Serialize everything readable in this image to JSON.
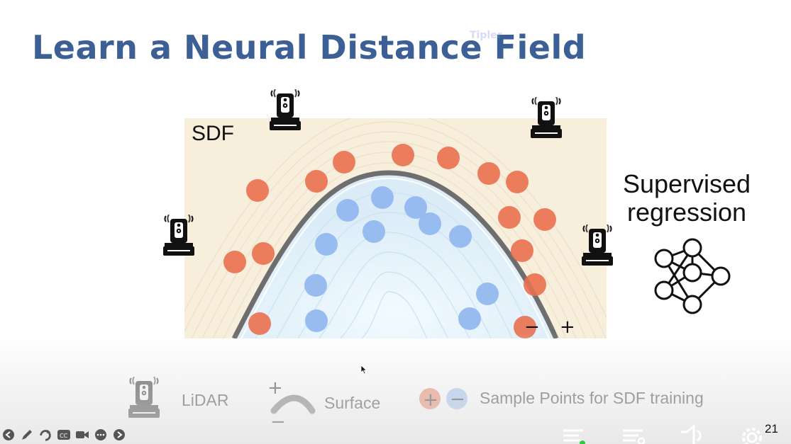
{
  "slide": {
    "title": "Learn a Neural Distance Field",
    "watermark": "Tipler",
    "number": "21"
  },
  "diagram": {
    "sdf_label": "SDF",
    "regression_label_line1": "Supervised",
    "regression_label_line2": "regression",
    "plus_sign": "+",
    "minus_sign": "−",
    "colors": {
      "outside_point": "#e9704f",
      "inside_point": "#8fb6ee",
      "surface": "#6e6e6e",
      "field_outside": "#f7eedb",
      "field_inside": "#e3f2fb"
    },
    "icons": [
      "lidar-icon",
      "neural-network-icon"
    ]
  },
  "legend": {
    "lidar_label": "LiDAR",
    "surface_label": "Surface",
    "sample_label": "Sample Points for SDF training",
    "plus_sign": "+",
    "minus_sign": "−"
  },
  "player": {
    "icons": [
      "back-arrow-icon",
      "pen-icon",
      "refresh-icon",
      "captions-icon",
      "camera-icon",
      "more-icon",
      "forward-arrow-icon",
      "notes-icon",
      "slides-list-icon",
      "speaker-icon",
      "settings-icon"
    ],
    "captions_text": "CC"
  }
}
